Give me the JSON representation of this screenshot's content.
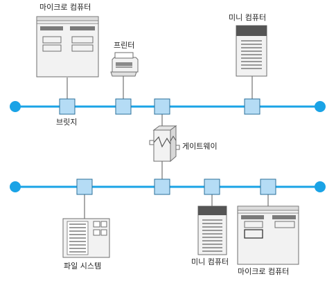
{
  "colors": {
    "bus": "#1aa3e6",
    "node": "#b5dcf5",
    "node_border": "#2a6f99",
    "device_fill": "#f2f2f2",
    "device_stroke": "#6e6e6e",
    "dark": "#555555"
  },
  "labels": {
    "micro_top": "마이크로 컴퓨터",
    "printer": "프린터",
    "mini_top": "미니 컴퓨터",
    "bridge": "브릿지",
    "gateway": "게이트웨이",
    "filesystem": "파일 시스템",
    "mini_bottom": "미니 컴퓨터",
    "micro_bottom": "마이크로 컴퓨터"
  }
}
